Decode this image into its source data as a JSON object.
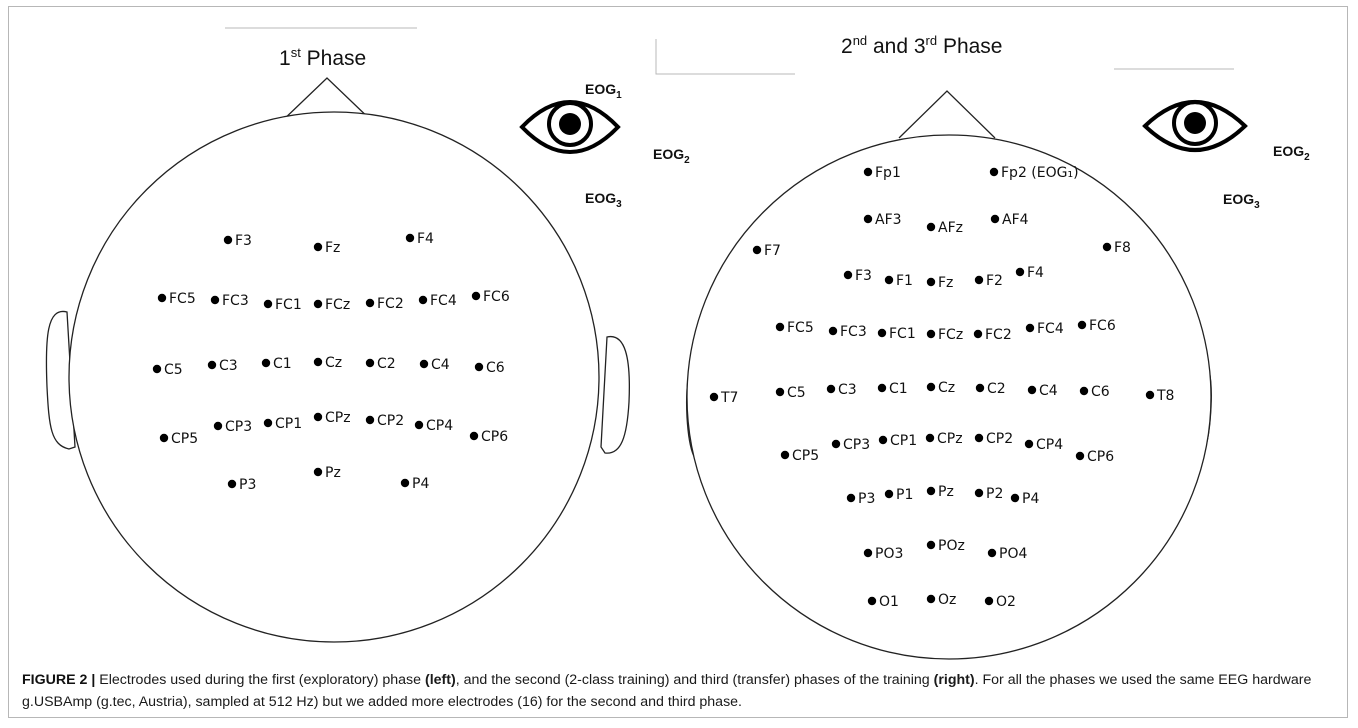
{
  "phase1": {
    "title_main": "1",
    "title_sup": "st",
    "title_rest": " Phase",
    "electrodes": [
      {
        "label": "F3"
      },
      {
        "label": "Fz"
      },
      {
        "label": "F4"
      },
      {
        "label": "FC5"
      },
      {
        "label": "FC3"
      },
      {
        "label": "FC1"
      },
      {
        "label": "FCz"
      },
      {
        "label": "FC2"
      },
      {
        "label": "FC4"
      },
      {
        "label": "FC6"
      },
      {
        "label": "C5"
      },
      {
        "label": "C3"
      },
      {
        "label": "C1"
      },
      {
        "label": "Cz"
      },
      {
        "label": "C2"
      },
      {
        "label": "C4"
      },
      {
        "label": "C6"
      },
      {
        "label": "CP5"
      },
      {
        "label": "CP3"
      },
      {
        "label": "CP1"
      },
      {
        "label": "CPz"
      },
      {
        "label": "CP2"
      },
      {
        "label": "CP4"
      },
      {
        "label": "CP6"
      },
      {
        "label": "P3"
      },
      {
        "label": "Pz"
      },
      {
        "label": "P4"
      }
    ],
    "eog": [
      {
        "base": "EOG",
        "sub": "1"
      },
      {
        "base": "EOG",
        "sub": "2"
      },
      {
        "base": "EOG",
        "sub": "3"
      }
    ]
  },
  "phase23": {
    "title_a": "2",
    "title_a_sup": "nd",
    "title_mid": " and 3",
    "title_b_sup": "rd",
    "title_rest": "  Phase",
    "electrodes": [
      {
        "label": "Fp1"
      },
      {
        "label": "Fp2 (EOG₁)"
      },
      {
        "label": "AF3"
      },
      {
        "label": "AFz"
      },
      {
        "label": "AF4"
      },
      {
        "label": "F7"
      },
      {
        "label": "F8"
      },
      {
        "label": "F3"
      },
      {
        "label": "F1"
      },
      {
        "label": "Fz"
      },
      {
        "label": "F2"
      },
      {
        "label": "F4"
      },
      {
        "label": "FC5"
      },
      {
        "label": "FC3"
      },
      {
        "label": "FC1"
      },
      {
        "label": "FCz"
      },
      {
        "label": "FC2"
      },
      {
        "label": "FC4"
      },
      {
        "label": "FC6"
      },
      {
        "label": "T7"
      },
      {
        "label": "C5"
      },
      {
        "label": "C3"
      },
      {
        "label": "C1"
      },
      {
        "label": "Cz"
      },
      {
        "label": "C2"
      },
      {
        "label": "C4"
      },
      {
        "label": "C6"
      },
      {
        "label": "T8"
      },
      {
        "label": "CP5"
      },
      {
        "label": "CP3"
      },
      {
        "label": "CP1"
      },
      {
        "label": "CPz"
      },
      {
        "label": "CP2"
      },
      {
        "label": "CP4"
      },
      {
        "label": "CP6"
      },
      {
        "label": "P3"
      },
      {
        "label": "P1"
      },
      {
        "label": "Pz"
      },
      {
        "label": "P2"
      },
      {
        "label": "P4"
      },
      {
        "label": "PO3"
      },
      {
        "label": "POz"
      },
      {
        "label": "PO4"
      },
      {
        "label": "O1"
      },
      {
        "label": "Oz"
      },
      {
        "label": "O2"
      }
    ],
    "eog": [
      {
        "base": "EOG",
        "sub": "2"
      },
      {
        "base": "EOG",
        "sub": "3"
      }
    ]
  },
  "caption": {
    "figure_label": "FIGURE 2 |",
    "text_1": " Electrodes used during the first (exploratory) phase ",
    "bold_left": "(left)",
    "text_2": ", and the second (2-class training) and third (transfer) phases of the training ",
    "bold_right": "(right)",
    "text_3": ". For all the phases we used the same EEG hardware g.USBAmp (g.tec, Austria), sampled at 512 Hz) but we added more electrodes (16) for the second and third phase."
  }
}
